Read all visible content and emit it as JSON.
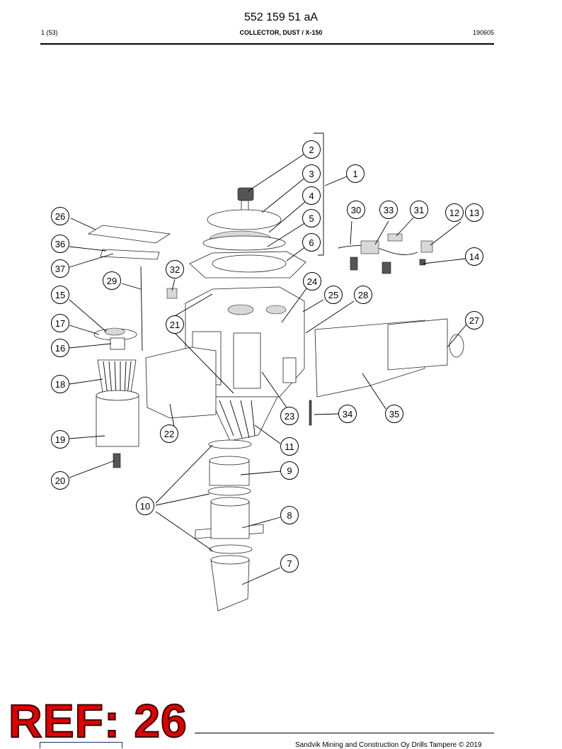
{
  "header": {
    "doc_number": "552 159 51 aA",
    "page": "1 (53)",
    "title": "COLLECTOR, DUST / X-150",
    "date": "190605"
  },
  "footer": {
    "copyright": "Sandvik Mining and Construction Oy Drills Tampere © 2019"
  },
  "stamp": {
    "text": "REF: 26",
    "color": "#e00000"
  },
  "callouts": [
    "1",
    "2",
    "3",
    "4",
    "5",
    "6",
    "7",
    "8",
    "9",
    "10",
    "11",
    "12",
    "13",
    "14",
    "15",
    "16",
    "17",
    "18",
    "19",
    "20",
    "21",
    "22",
    "23",
    "24",
    "25",
    "26",
    "27",
    "28",
    "29",
    "30",
    "31",
    "32",
    "33",
    "34",
    "35",
    "36",
    "37"
  ]
}
